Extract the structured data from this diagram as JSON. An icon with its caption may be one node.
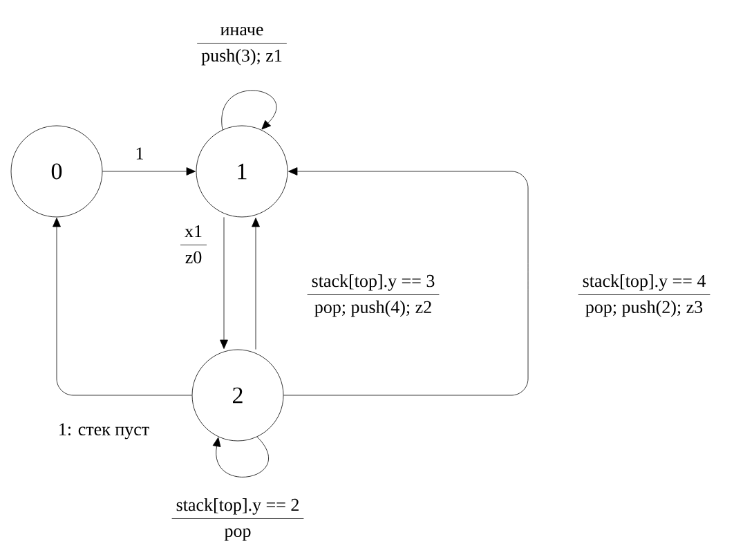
{
  "diagram": {
    "nodes": [
      {
        "text": [
          "0"
        ]
      },
      {
        "text": [
          "1"
        ]
      },
      {
        "text": [
          "2"
        ]
      }
    ],
    "edges": [
      {
        "from": 0,
        "to": 1,
        "arrow": "to",
        "label": "1"
      },
      {
        "from": 1,
        "to": 1,
        "arrow": "to",
        "label": [
          "иначе",
          "push(3); z1"
        ]
      },
      {
        "from": 1,
        "to": 2,
        "arrow": "to",
        "label": [
          "x1",
          "z0"
        ]
      },
      {
        "from": 2,
        "to": 1,
        "arrow": "to",
        "label": [
          "stack[top].y == 3",
          "pop; push(4); z2"
        ]
      },
      {
        "from": 2,
        "to": 1,
        "arrow": "to",
        "label": [
          "stack[top].y == 4",
          "pop; push(2); z3"
        ]
      },
      {
        "from": 2,
        "to": 0,
        "arrow": "to",
        "label": "1: стек пуст"
      },
      {
        "from": 2,
        "to": 2,
        "arrow": "to",
        "label": [
          "stack[top].y == 2",
          "pop"
        ]
      }
    ]
  }
}
